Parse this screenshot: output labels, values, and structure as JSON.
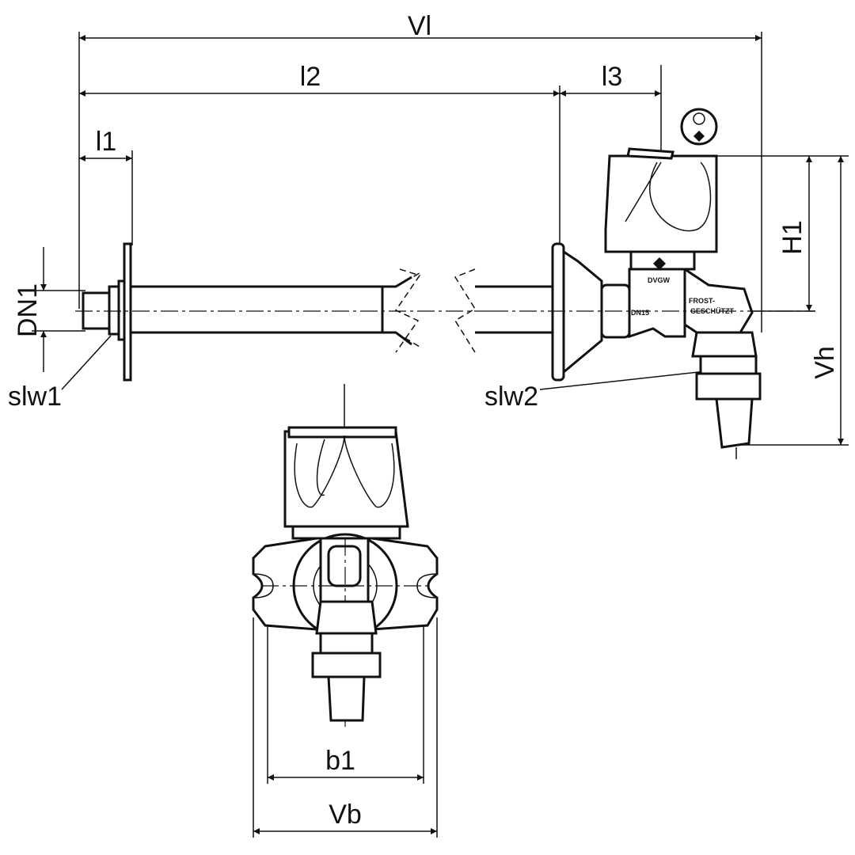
{
  "dimensions": {
    "overall_length": "Vl",
    "length_2": "l2",
    "length_3": "l3",
    "length_1": "l1",
    "nominal_diameter": "DN1",
    "wrench_size_1": "slw1",
    "wrench_size_2": "slw2",
    "height_1": "H1",
    "overall_height": "Vh",
    "width_1": "b1",
    "overall_width": "Vb"
  },
  "valve_markings": {
    "certification": "DVGW",
    "size": "DN15",
    "frost_label_1": "FROST-",
    "frost_label_2": "GESCHÜTZT"
  }
}
